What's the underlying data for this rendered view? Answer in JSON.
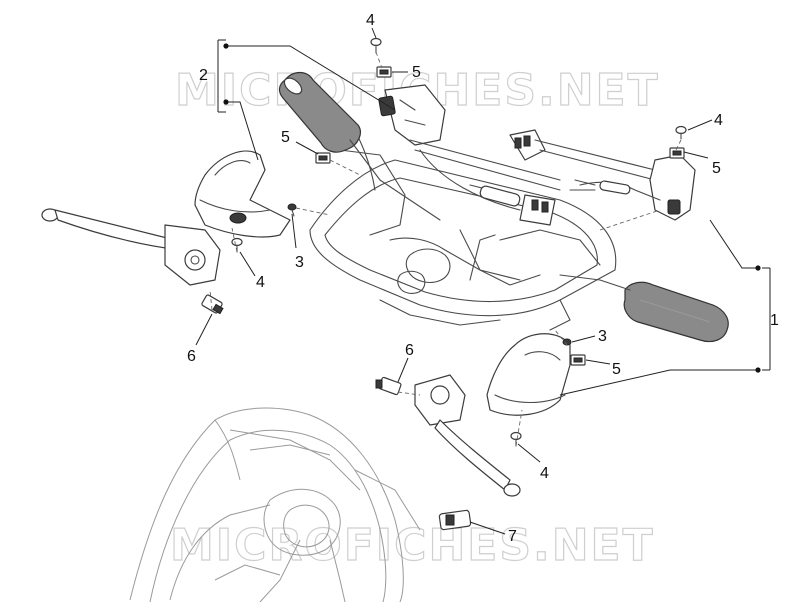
{
  "watermark": {
    "text": "MICROFICHES.NET"
  },
  "callouts": {
    "c1": "1",
    "c2": "2",
    "c3a": "3",
    "c3b": "3",
    "c4a": "4",
    "c4b": "4",
    "c4c": "4",
    "c4d": "4",
    "c5a": "5",
    "c5b": "5",
    "c5c": "5",
    "c5d": "5",
    "c6a": "6",
    "c6b": "6",
    "c7": "7"
  }
}
